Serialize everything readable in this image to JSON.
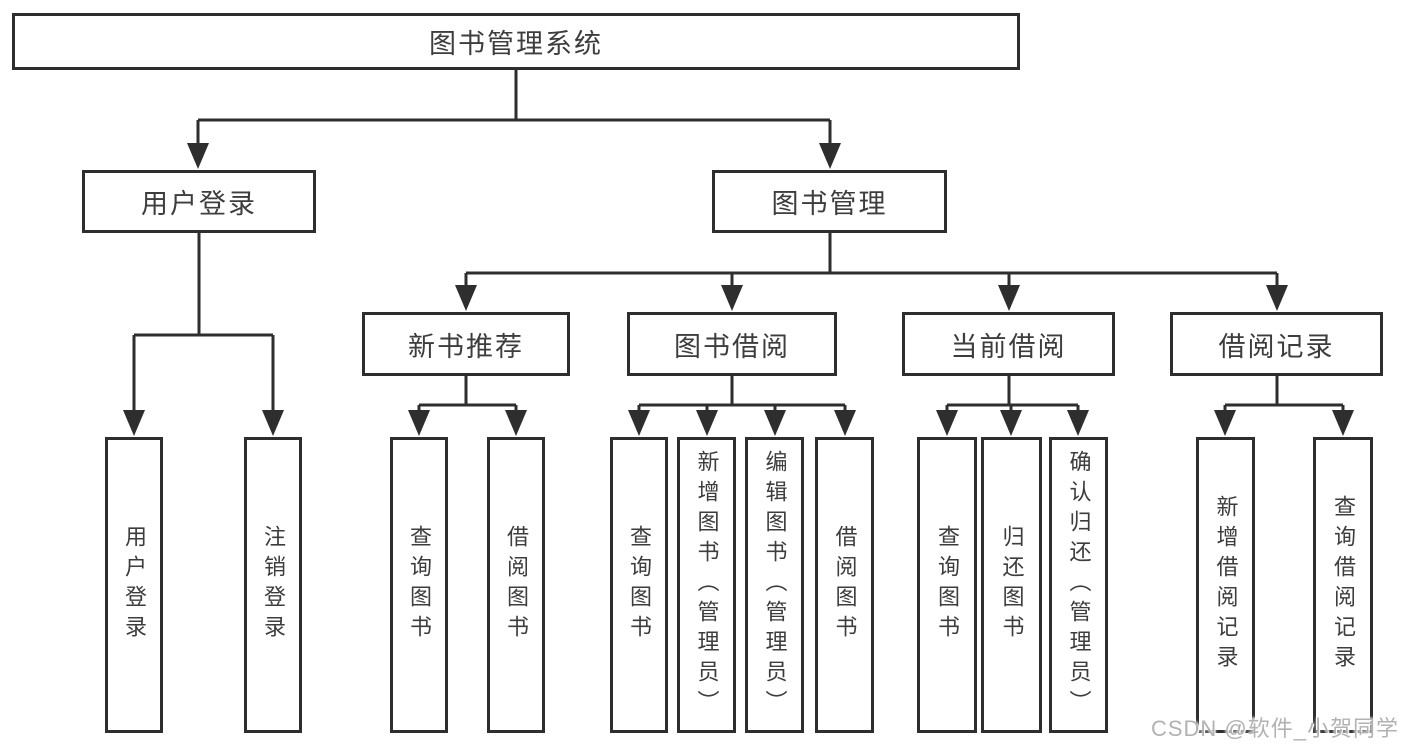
{
  "diagram": {
    "type": "hierarchy",
    "background": "#ffffff",
    "line_color": "#2e2e2e",
    "text_color": "#3d3d3d",
    "watermark": "CSDN @软件_小贺同学",
    "watermark_color": "#b2b2b2",
    "nodes": {
      "root": "图书管理系统",
      "user_login": "用户登录",
      "book_management": "图书管理",
      "new_book_recommendation": "新书推荐",
      "book_borrowing": "图书借阅",
      "current_borrowing": "当前借阅",
      "borrowing_records": "借阅记录",
      "leaf_user_login": "用户登录",
      "leaf_logout": "注销登录",
      "leaf_query_books_recommend": "查询图书",
      "leaf_borrow_books_recommend": "借阅图书",
      "leaf_query_books_borrow": "查询图书",
      "leaf_add_books_admin": "新增图书（管理员）",
      "leaf_edit_books_admin": "编辑图书（管理员）",
      "leaf_borrow_books_borrow": "借阅图书",
      "leaf_query_books_current": "查询图书",
      "leaf_return_books": "归还图书",
      "leaf_confirm_return_admin": "确认归还（管理员）",
      "leaf_add_borrow_record": "新增借阅记录",
      "leaf_query_borrow_record": "查询借阅记录"
    },
    "edges": [
      [
        "root",
        "user_login"
      ],
      [
        "root",
        "book_management"
      ],
      [
        "user_login",
        "leaf_user_login"
      ],
      [
        "user_login",
        "leaf_logout"
      ],
      [
        "book_management",
        "new_book_recommendation"
      ],
      [
        "book_management",
        "book_borrowing"
      ],
      [
        "book_management",
        "current_borrowing"
      ],
      [
        "book_management",
        "borrowing_records"
      ],
      [
        "new_book_recommendation",
        "leaf_query_books_recommend"
      ],
      [
        "new_book_recommendation",
        "leaf_borrow_books_recommend"
      ],
      [
        "book_borrowing",
        "leaf_query_books_borrow"
      ],
      [
        "book_borrowing",
        "leaf_add_books_admin"
      ],
      [
        "book_borrowing",
        "leaf_edit_books_admin"
      ],
      [
        "book_borrowing",
        "leaf_borrow_books_borrow"
      ],
      [
        "current_borrowing",
        "leaf_query_books_current"
      ],
      [
        "current_borrowing",
        "leaf_return_books"
      ],
      [
        "current_borrowing",
        "leaf_confirm_return_admin"
      ],
      [
        "borrowing_records",
        "leaf_add_borrow_record"
      ],
      [
        "borrowing_records",
        "leaf_query_borrow_record"
      ]
    ]
  }
}
